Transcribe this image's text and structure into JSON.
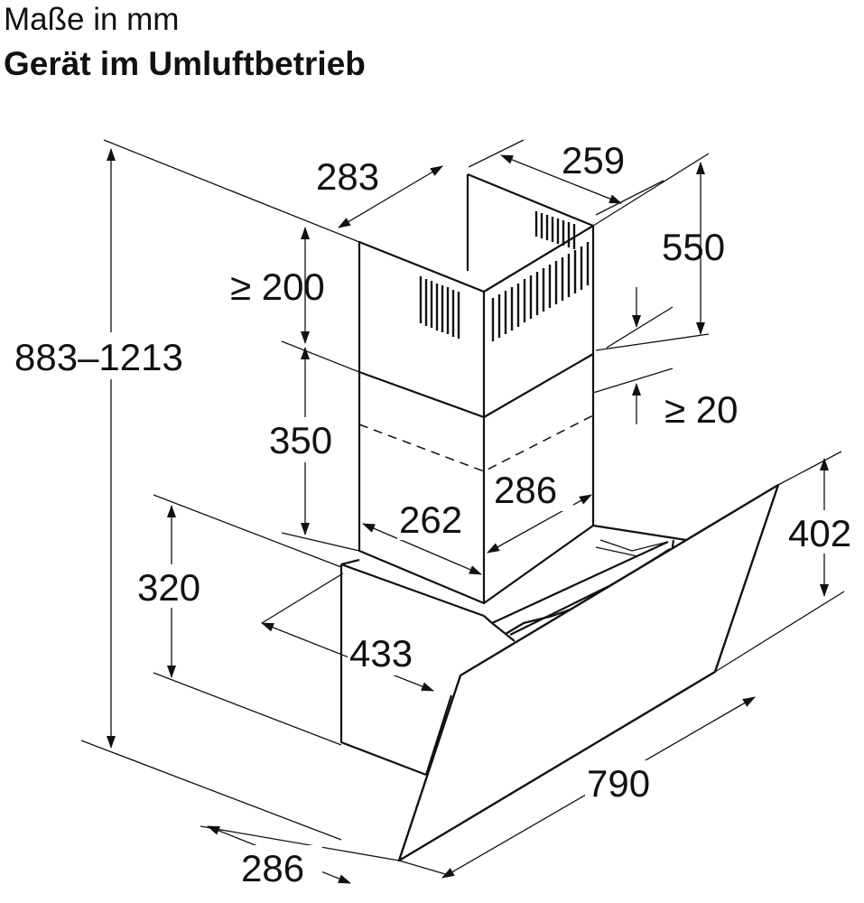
{
  "header": {
    "units_line": "Maße in mm",
    "title": "Gerät im Umluftbetrieb"
  },
  "dimensions": {
    "total_height": "883–1213",
    "chimney_depth_top": "283",
    "chimney_width_top": "259",
    "upper_chimney_height": "550",
    "top_clearance": "≥ 200",
    "lower_chimney_height": "350",
    "lower_chimney_width": "262",
    "lower_chimney_depth": "286",
    "overlap_min": "≥ 20",
    "body_height": "320",
    "body_depth": "433",
    "glass_height": "402",
    "hood_width": "790",
    "hood_depth_bottom": "286"
  },
  "colors": {
    "line": "#111111",
    "background": "#ffffff"
  }
}
